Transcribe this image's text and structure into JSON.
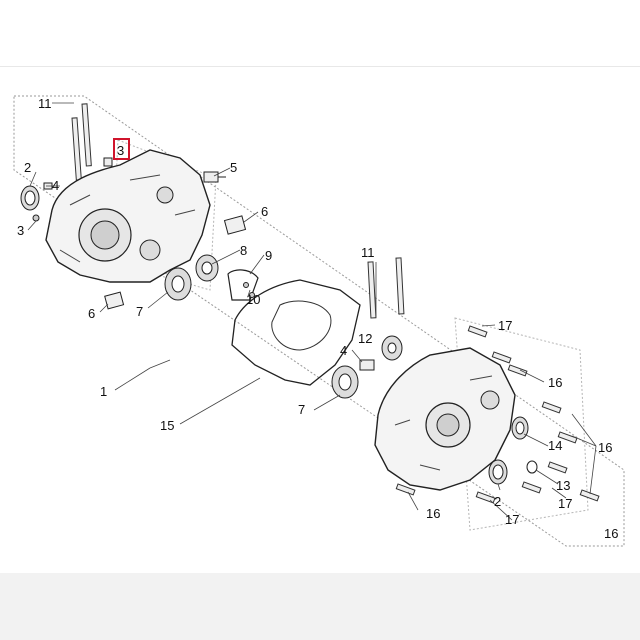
{
  "diagram": {
    "highlight_color": "#d0142c",
    "highlighted_label": "3",
    "callouts": {
      "c11a": "11",
      "c3h": "3",
      "c2a": "2",
      "c4a": "4",
      "c5": "5",
      "c3b": "3",
      "c6a": "6",
      "c8": "8",
      "c9": "9",
      "c10": "10",
      "c7a": "7",
      "c6b": "6",
      "c1": "1",
      "c11b": "11",
      "c12": "12",
      "c4b": "4",
      "c17a": "17",
      "c16a": "16",
      "c7b": "7",
      "c15": "15",
      "c14": "14",
      "c16b": "16",
      "c13": "13",
      "c2b": "2",
      "c17b": "17",
      "c17c": "17",
      "c16c": "16",
      "c16d": "16"
    }
  }
}
